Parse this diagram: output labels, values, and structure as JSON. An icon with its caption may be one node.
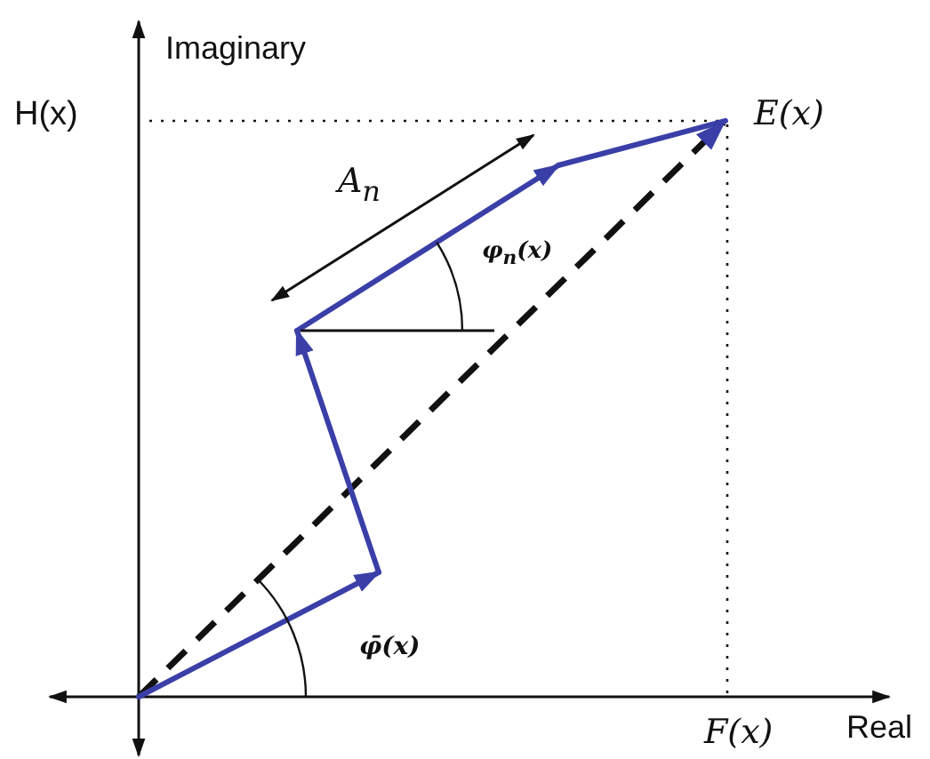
{
  "diagram": {
    "labels": [
      "Imaginary",
      "H(x)",
      "E(x)",
      "A$_{n}$",
      "φ$_{n}$(x)",
      "φ̄(x)",
      "F(x)",
      "Real"
    ]
  }
}
